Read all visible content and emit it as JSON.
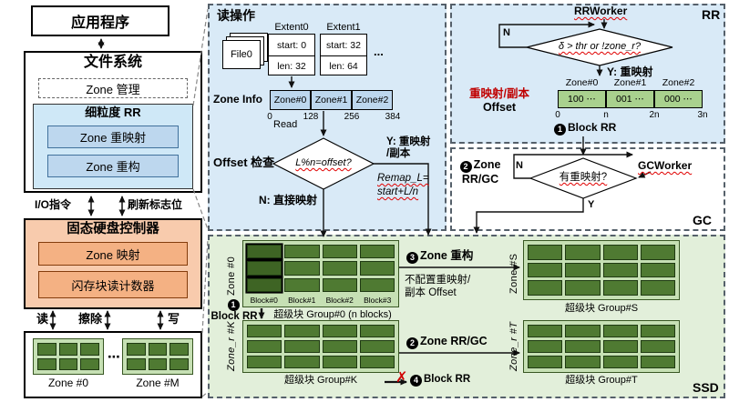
{
  "colors": {
    "panel_blue": "#d9eaf7",
    "panel_green": "#e2efda",
    "box_orange": "#f8cbad",
    "box_orange_dark": "#f4b183",
    "box_blue": "#bdd7ee",
    "grid_green": "#c6e0b4",
    "cell_green": "#4f7a32",
    "bit_green": "#a9d18e",
    "accent_red": "#c00000"
  },
  "left": {
    "app": "应用程序",
    "fs_title": "文件系统",
    "zone_mgmt": "Zone 管理",
    "rr_title": "细粒度 RR",
    "zone_remap": "Zone 重映射",
    "zone_rebuild": "Zone 重构",
    "io_label": "I/O指令",
    "flush_label": "刷新标志位",
    "ctrl_title": "固态硬盘控制器",
    "zone_map": "Zone 映射",
    "read_counter": "闪存块读计数器",
    "read": "读",
    "erase": "擦除",
    "write": "写",
    "zone0": "Zone #0",
    "zoneM": "Zone #M",
    "dots": "⋯"
  },
  "read_panel": {
    "title": "读操作",
    "file": "File0",
    "extent0_name": "Extent0",
    "extent0_start": "start: 0",
    "extent0_len": "len: 32",
    "extent1_name": "Extent1",
    "extent1_start": "start: 32",
    "extent1_len": "len: 64",
    "dots": "...",
    "zone_info": "Zone Info",
    "zones": [
      "Zone#0",
      "Zone#1",
      "Zone#2"
    ],
    "ticks": [
      "0",
      "128",
      "256",
      "384"
    ],
    "read": "Read",
    "offset_check": "Offset 检查",
    "condition": "L%n=offset?",
    "n_branch": "N: 直接映射",
    "y_branch1": "Y: 重映射",
    "y_branch2": "/副本",
    "formula1": "Remap_L=",
    "formula2": "start+L/n"
  },
  "rr_panel": {
    "title": "RR",
    "worker": "RRWorker",
    "condition": "δ > thr or !zone_r?",
    "n": "N",
    "y": "Y: 重映射",
    "offset1": "重映射/副本",
    "offset2": "Offset",
    "zones": [
      "Zone#0",
      "Zone#1",
      "Zone#2"
    ],
    "bits": [
      "100 ⋯",
      "001 ⋯",
      "000 ⋯"
    ],
    "ticks": [
      "0",
      "n",
      "2n",
      "3n"
    ],
    "step1_num": "1",
    "step1": "Block RR"
  },
  "gc_panel": {
    "step2_num": "2",
    "step2a": "Zone",
    "step2b": "RR/GC",
    "condition": "有重映射?",
    "n": "N",
    "y": "Y",
    "worker": "GCWorker",
    "title": "GC"
  },
  "ssd": {
    "title": "SSD",
    "zone0": "Zone #0",
    "blocks": [
      "Block#0",
      "Block#1",
      "Block#2",
      "Block#3"
    ],
    "group0": "超级块 Group#0 (n blocks)",
    "step1_num": "1",
    "step1": "Block RR",
    "zonerk": "Zone_r #K",
    "groupk": "超级块 Group#K",
    "step2_num": "2",
    "step2": "Zone RR/GC",
    "step3_num": "3",
    "step3": "Zone 重构",
    "no_offset1": "不配置重映射/",
    "no_offset2": "副本 Offset",
    "zoneS": "Zone #S",
    "groupS": "超级块 Group#S",
    "zonert": "Zone_r #T",
    "groupT": "超级块 Group#T",
    "step4_num": "4",
    "step4": "Block RR",
    "cross": "✗"
  }
}
